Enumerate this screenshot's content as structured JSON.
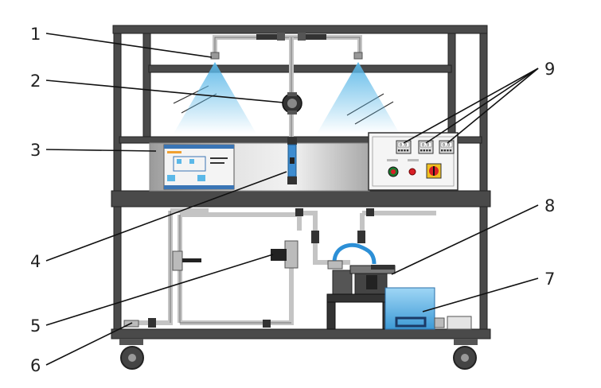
{
  "callouts": [
    {
      "id": "1",
      "label": "1"
    },
    {
      "id": "2",
      "label": "2"
    },
    {
      "id": "3",
      "label": "3"
    },
    {
      "id": "4",
      "label": "4"
    },
    {
      "id": "5",
      "label": "5"
    },
    {
      "id": "6",
      "label": "6"
    },
    {
      "id": "7",
      "label": "7"
    },
    {
      "id": "8",
      "label": "8"
    },
    {
      "id": "9",
      "label": "9"
    }
  ],
  "controller_displays": [
    "0.0",
    "0.0",
    "0.0"
  ],
  "colors": {
    "frame": "#4a4a4a",
    "frame_dark": "#333333",
    "pipe": "#c4c4c4",
    "spray": "#5bb8e8",
    "tank_water": "#4aa8e0",
    "stop_button": "#d81f26",
    "start_button": "#2e9e3e",
    "switch": "#f0c020"
  },
  "icons": {
    "spray_nozzle": "nozzle-icon",
    "valve": "valve-icon",
    "flowmeter": "rotameter-icon",
    "pump": "pump-icon",
    "tank": "tank-icon",
    "caster_wheel": "wheel-icon",
    "switch_cabinet": "cabinet-icon"
  }
}
